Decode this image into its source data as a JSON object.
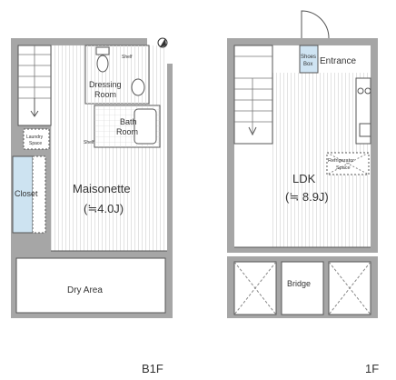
{
  "b1f": {
    "floor_label": "B1F",
    "dressing": [
      "Dressing",
      "Room"
    ],
    "shelf_top": "Shelf",
    "bath": [
      "Bath",
      "Room"
    ],
    "shelf_side": "Shelf",
    "laundry": [
      "Laundry",
      "Space"
    ],
    "closet": "Closet",
    "maisonette": "Maisonette",
    "maisonette_size": "(≒4.0J)",
    "dry_area": "Dry Area"
  },
  "f1": {
    "floor_label": "1F",
    "shoes": [
      "Shoes",
      "Box"
    ],
    "entrance": "Entrance",
    "ldk": "LDK",
    "ldk_size": "(≒ 8.9J)",
    "refrigerator": [
      "Refrigerator",
      "Space"
    ],
    "bridge": "Bridge"
  },
  "colors": {
    "wall": "#a6a6a6",
    "floor_lines": "#d9d9d9",
    "closet": "#cde3f1",
    "shoes": "#cfe4f3",
    "outline": "#555555"
  }
}
